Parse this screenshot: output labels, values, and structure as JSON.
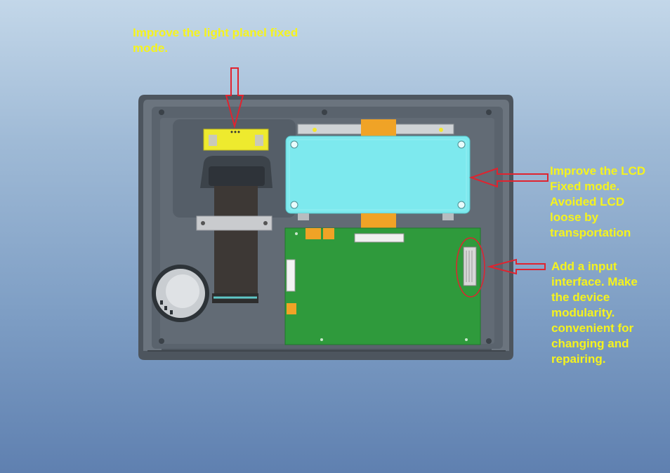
{
  "annotations": {
    "light_panel": "Improve the light planel fixed\nmode.",
    "lcd": "Improve the LCD\nFixed mode.\nAvoided LCD\nloose by\ntransportation",
    "input": "Add a input\ninterface. Make\nthe device\nmodularity.\nconvenient for\nchanging and\nrepairing."
  },
  "colors": {
    "annotation_text": "#f5f31e",
    "arrow": "#e0232f",
    "housing": "#5d6670",
    "lcd": "#7de9ee",
    "pcb": "#2f9a3c",
    "connector": "#f0a326",
    "light_panel": "#eeea2e"
  }
}
